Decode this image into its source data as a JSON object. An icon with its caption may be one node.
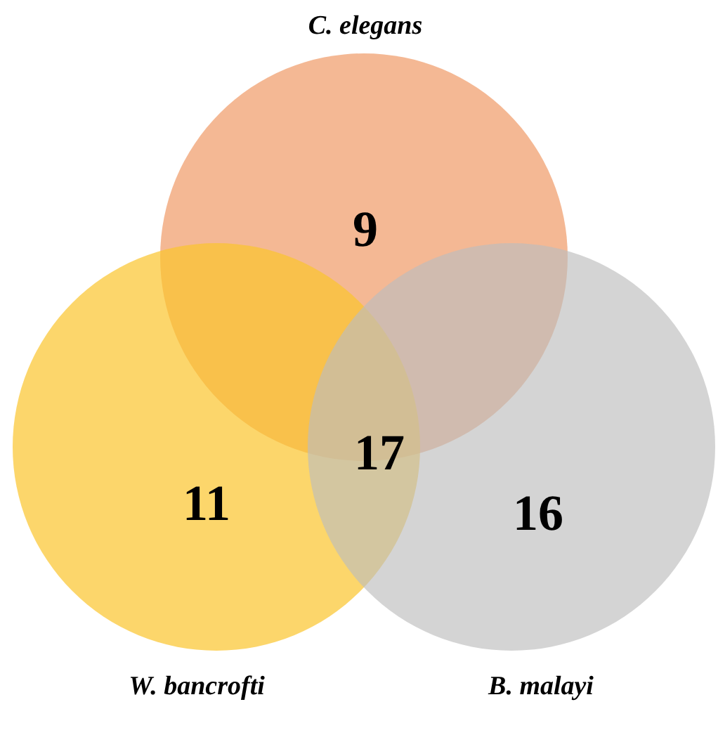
{
  "diagram": {
    "nodes": [
      {
        "text": [
          "C. elegans",
          "9"
        ]
      },
      {
        "text": [
          "11",
          "W. bancrofti"
        ]
      },
      {
        "text": [
          "16",
          "B. malayi"
        ]
      }
    ],
    "labels": [
      "17"
    ]
  }
}
